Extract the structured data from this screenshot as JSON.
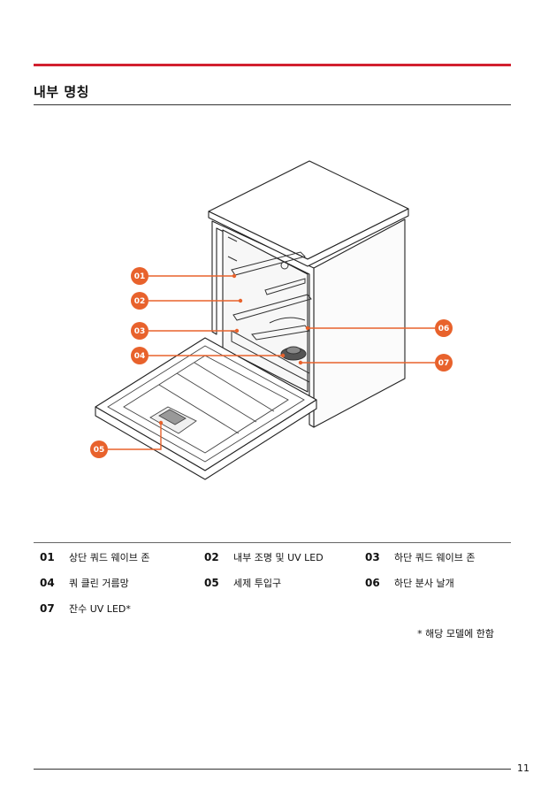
{
  "header": {
    "title": "내부 명칭"
  },
  "callouts": [
    "01",
    "02",
    "03",
    "04",
    "05",
    "06",
    "07"
  ],
  "legend": [
    {
      "num": "01",
      "label": "상단 쿼드 웨이브 존"
    },
    {
      "num": "02",
      "label": "내부 조명 및 UV LED"
    },
    {
      "num": "03",
      "label": "하단 쿼드 웨이브 존"
    },
    {
      "num": "04",
      "label": "쿼 클린 거름망"
    },
    {
      "num": "05",
      "label": "세제 투입구"
    },
    {
      "num": "06",
      "label": "하단 분사 날개"
    },
    {
      "num": "07",
      "label": "잔수 UV LED*"
    }
  ],
  "note": "* 해당 모델에 한함",
  "footer": {
    "page": "11"
  },
  "colors": {
    "accent": "#d2202f",
    "callout": "#e8622c"
  }
}
